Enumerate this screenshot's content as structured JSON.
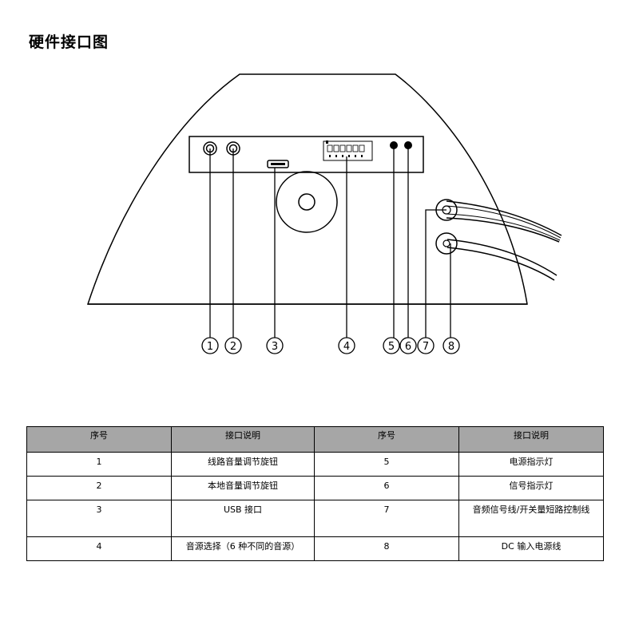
{
  "title": "硬件接口图",
  "callouts": [
    "1",
    "2",
    "3",
    "4",
    "5",
    "6",
    "7",
    "8"
  ],
  "table": {
    "headers": [
      "序号",
      "接口说明",
      "序号",
      "接口说明"
    ],
    "rows": [
      {
        "no_left": "1",
        "desc_left": "线路音量调节旋钮",
        "no_right": "5",
        "desc_right": "电源指示灯"
      },
      {
        "no_left": "2",
        "desc_left": "本地音量调节旋钮",
        "no_right": "6",
        "desc_right": "信号指示灯"
      },
      {
        "no_left": "3",
        "desc_left": "USB 接口",
        "no_right": "7",
        "desc_right": "音频信号线/开关量短路控制线"
      },
      {
        "no_left": "4",
        "desc_left": "音源选择（6 种不同的音源）",
        "no_right": "8",
        "desc_right": "DC 输入电源线"
      }
    ]
  },
  "colors": {
    "header_bg": "#a6a6a6",
    "line": "#000000"
  }
}
